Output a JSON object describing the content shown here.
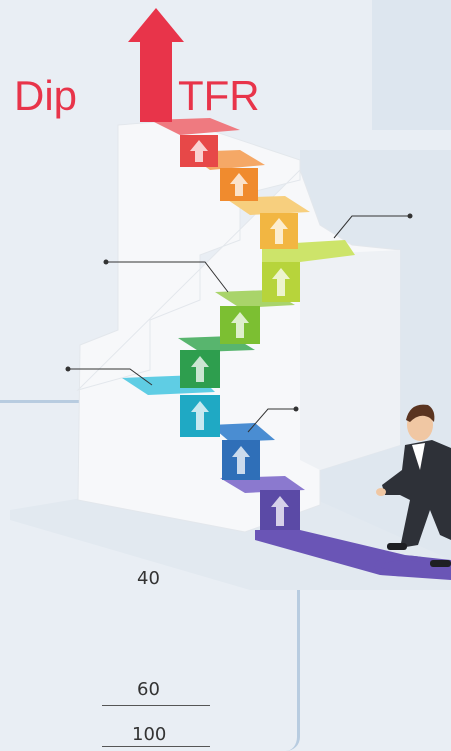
{
  "title": {
    "left_word": "Dip",
    "right_word": "TFR"
  },
  "numbers": {
    "first": "40",
    "second": "60",
    "third": "100"
  },
  "steps": [
    {
      "name": "step-1",
      "color": "#5b4aa6"
    },
    {
      "name": "step-2",
      "color": "#2f6fb8"
    },
    {
      "name": "step-3",
      "color": "#1fa9c4"
    },
    {
      "name": "step-4",
      "color": "#2e9e4e"
    },
    {
      "name": "step-5",
      "color": "#7cbf32"
    },
    {
      "name": "step-6",
      "color": "#b7d43b"
    },
    {
      "name": "step-7",
      "color": "#f2b642"
    },
    {
      "name": "step-8",
      "color": "#f08b2e"
    },
    {
      "name": "step-9",
      "color": "#e74848"
    }
  ],
  "colors": {
    "accent_red": "#e8344a",
    "background": "#e9eef4",
    "panel": "#dde6ef",
    "purple_path": "#6a55b6"
  }
}
